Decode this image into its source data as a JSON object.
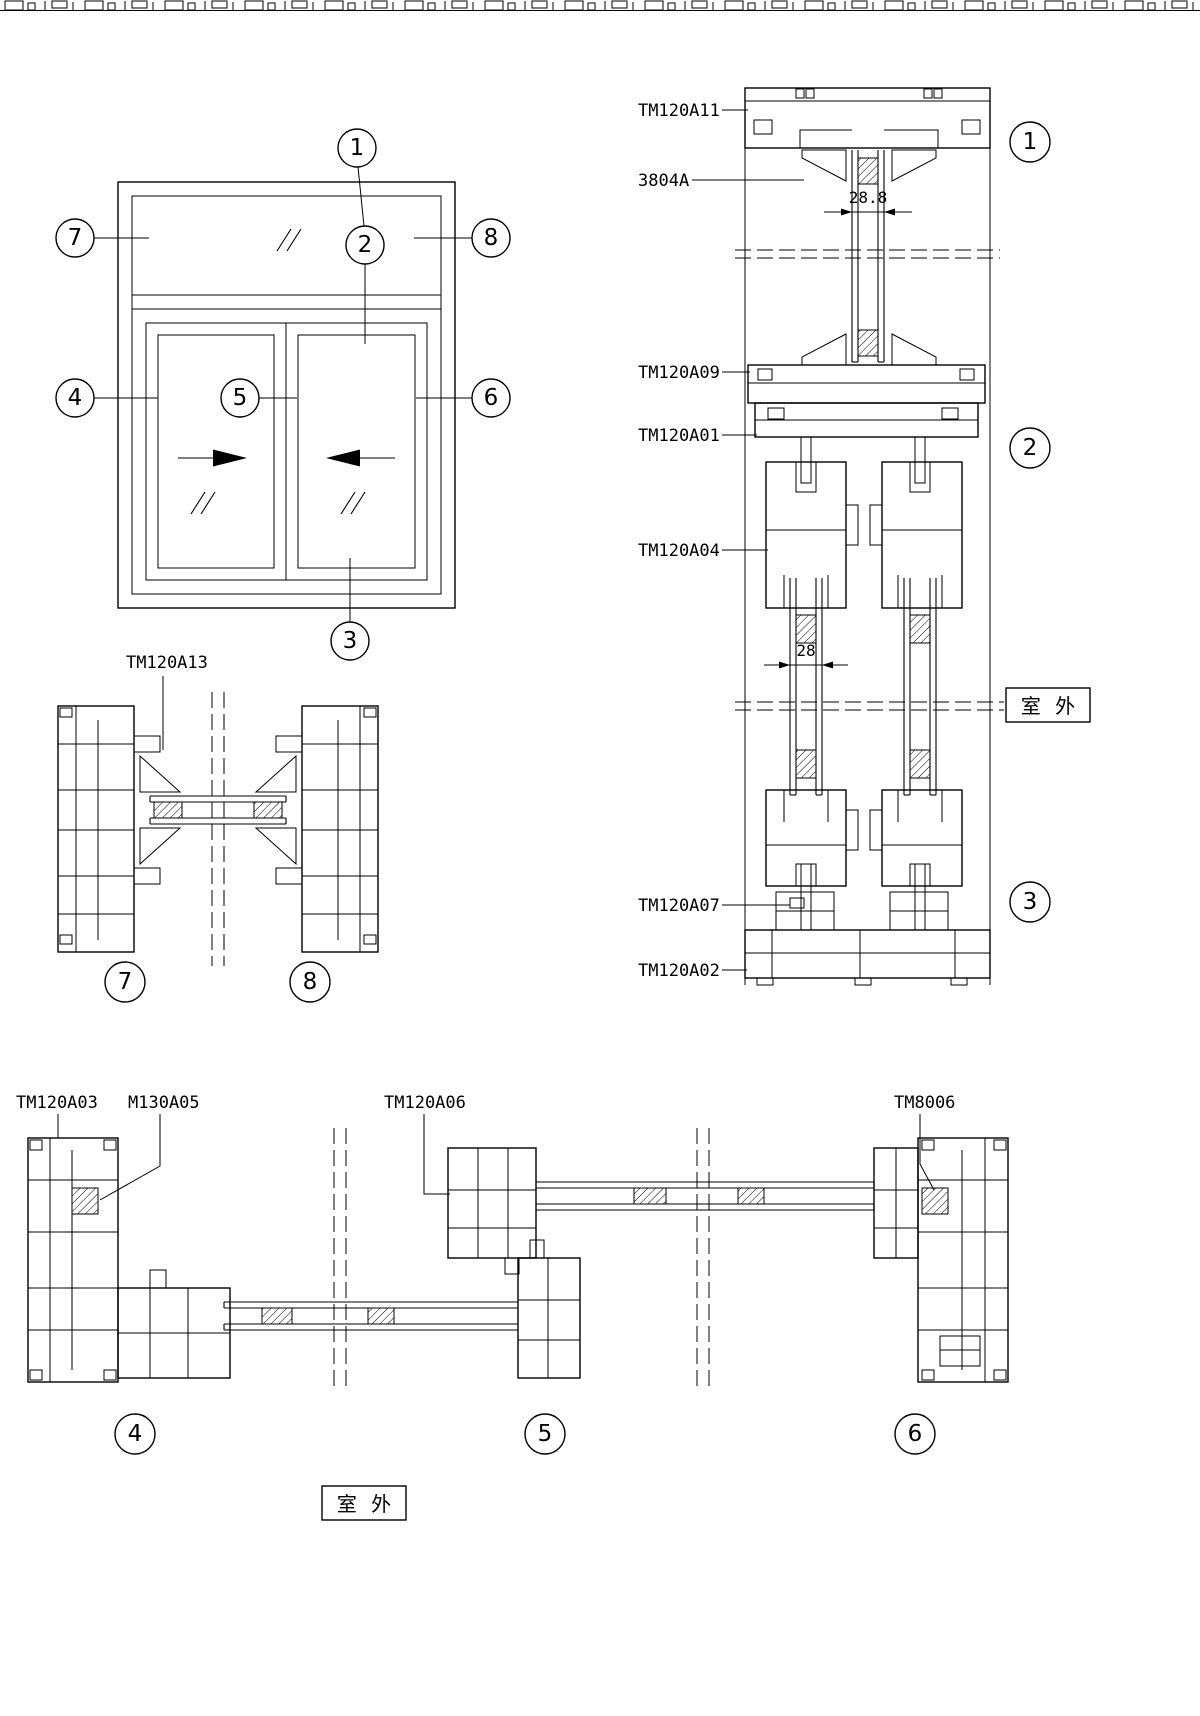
{
  "drawing": {
    "elevation": {
      "callout_1": "1",
      "callout_2": "2",
      "callout_3": "3",
      "callout_4": "4",
      "callout_5": "5",
      "callout_6": "6",
      "callout_7": "7",
      "callout_8": "8"
    },
    "vertical_section": {
      "label_tm120a11": "TM120A11",
      "label_3804a": "3804A",
      "label_tm120a09": "TM120A09",
      "label_tm120a01": "TM120A01",
      "label_tm120a04": "TM120A04",
      "label_tm120a07": "TM120A07",
      "label_tm120a02": "TM120A02",
      "dim_glass_top": "28.8",
      "dim_glass_sash": "28",
      "outdoor_label": "室 外",
      "callout_1": "1",
      "callout_2": "2",
      "callout_3": "3"
    },
    "meeting_section": {
      "label_tm120a13": "TM120A13",
      "callout_7": "7",
      "callout_8": "8"
    },
    "plan_section": {
      "label_tm120a03": "TM120A03",
      "label_m130a05": "M130A05",
      "label_tm120a06": "TM120A06",
      "label_tm8006": "TM8006",
      "outdoor_label": "室 外",
      "callout_4": "4",
      "callout_5": "5",
      "callout_6": "6"
    }
  }
}
